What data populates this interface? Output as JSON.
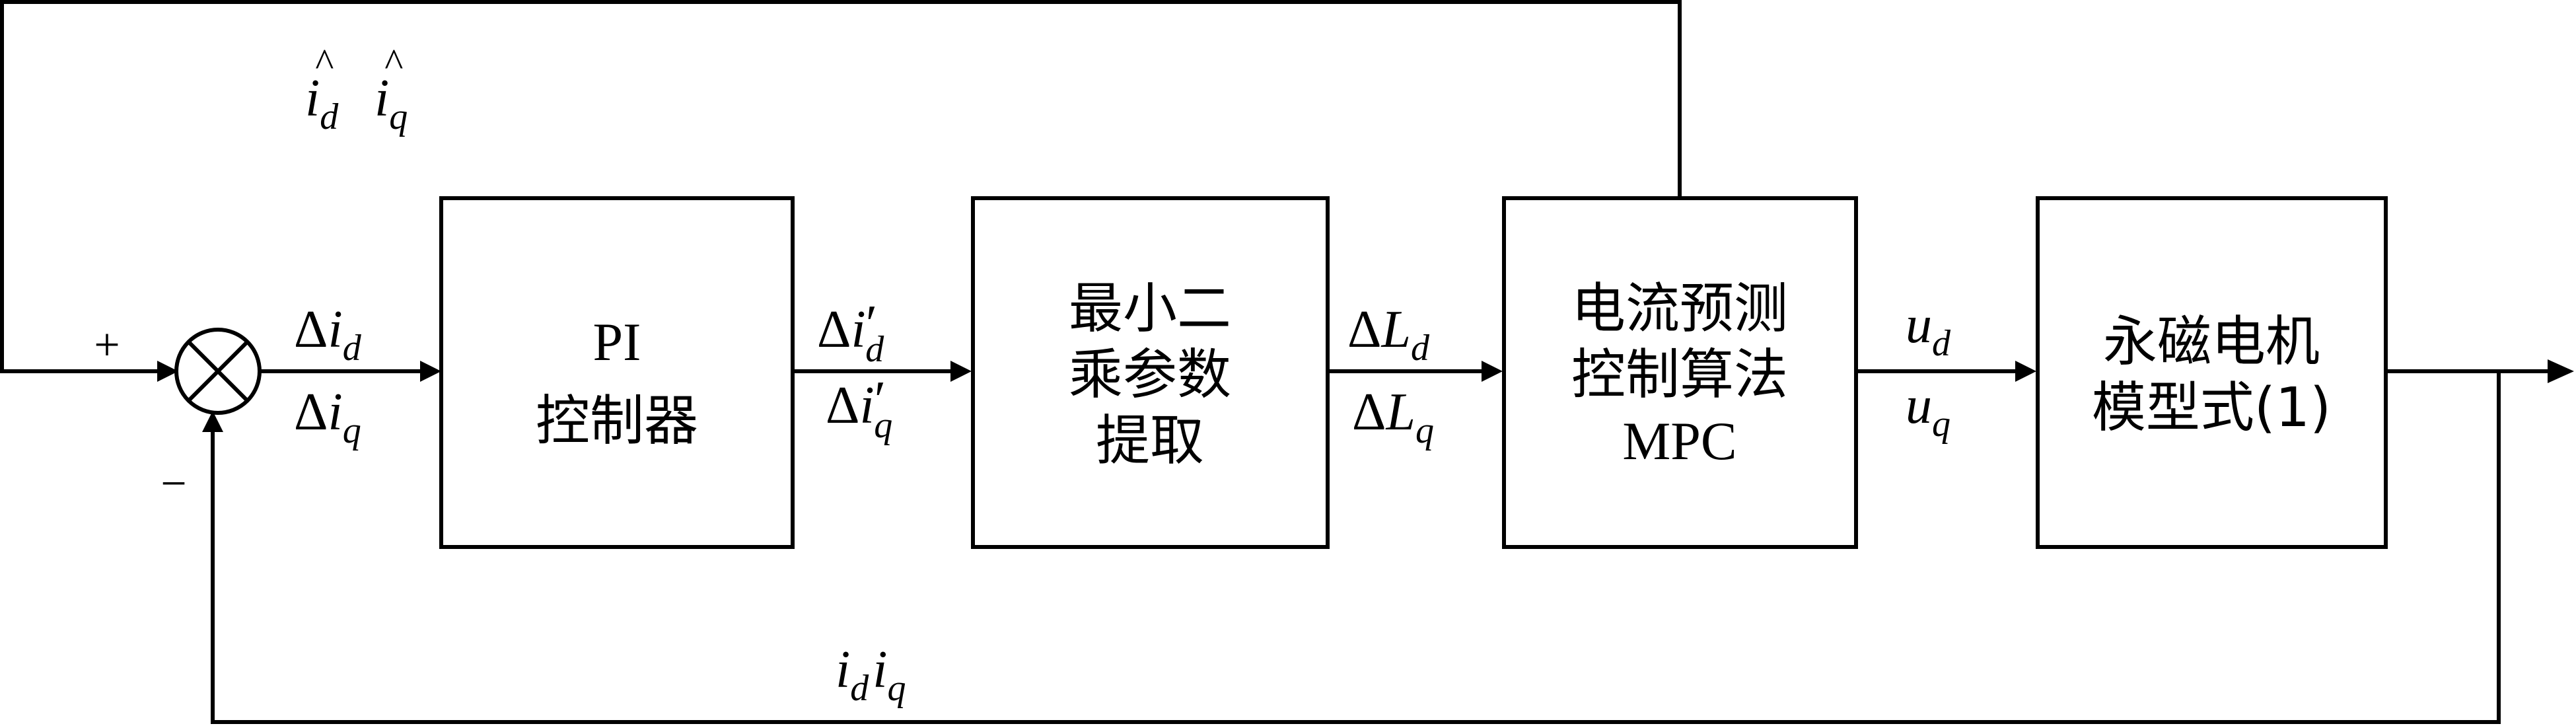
{
  "blocks": {
    "pi": {
      "line1": "PI",
      "line2": "控制器"
    },
    "ls": {
      "line1": "最小二",
      "line2": "乘参数",
      "line3": "提取"
    },
    "mpc": {
      "line1": "电流预测",
      "line2": "控制算法",
      "line3": "MPC"
    },
    "motor": {
      "line1": "永磁电机",
      "line2": "模型式(1)"
    }
  },
  "summing_junction": {
    "plus": "+",
    "minus": "−"
  },
  "signals": {
    "estimated": {
      "hat": "^",
      "base1": "i",
      "sub1": "d",
      "base2": "i",
      "sub2": "q"
    },
    "error": {
      "top": {
        "delta": "Δ",
        "base": "i",
        "sub": "d"
      },
      "bottom": {
        "delta": "Δ",
        "base": "i",
        "sub": "q"
      }
    },
    "pi_output": {
      "top": {
        "delta": "Δ",
        "base": "i",
        "prime": "′",
        "sub": "d"
      },
      "bottom": {
        "delta": "Δ",
        "base": "i",
        "prime": "′",
        "sub": "q"
      }
    },
    "inductance": {
      "top": {
        "delta": "Δ",
        "base": "L",
        "sub": "d"
      },
      "bottom": {
        "delta": "Δ",
        "base": "L",
        "sub": "q"
      }
    },
    "voltage": {
      "top": {
        "base": "u",
        "sub": "d"
      },
      "bottom": {
        "base": "u",
        "sub": "q"
      }
    },
    "feedback": {
      "base1": "i",
      "sub1": "d",
      "base2": "i",
      "sub2": "q"
    }
  }
}
